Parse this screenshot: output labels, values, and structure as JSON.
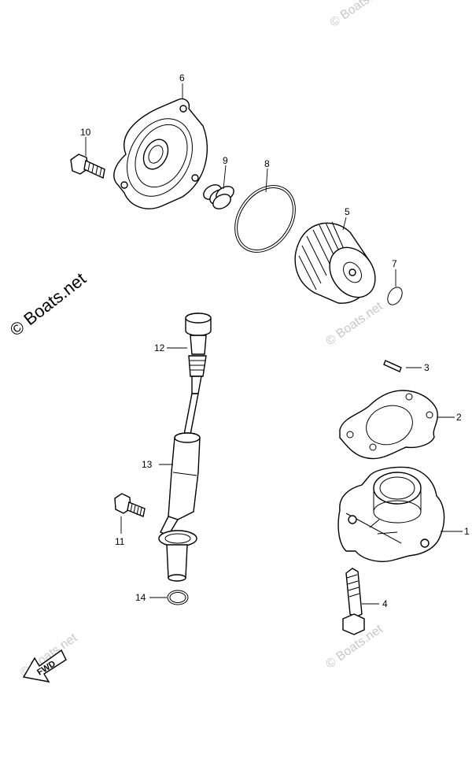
{
  "watermark_side": "© Boats.net",
  "watermark_faint": "© Boats.net",
  "fwd_label": "FWD",
  "callouts": {
    "c1": "1",
    "c2": "2",
    "c3": "3",
    "c4": "4",
    "c5": "5",
    "c6": "6",
    "c7": "7",
    "c8": "8",
    "c9": "9",
    "c10": "10",
    "c11": "11",
    "c12": "12",
    "c13": "13",
    "c14": "14"
  }
}
